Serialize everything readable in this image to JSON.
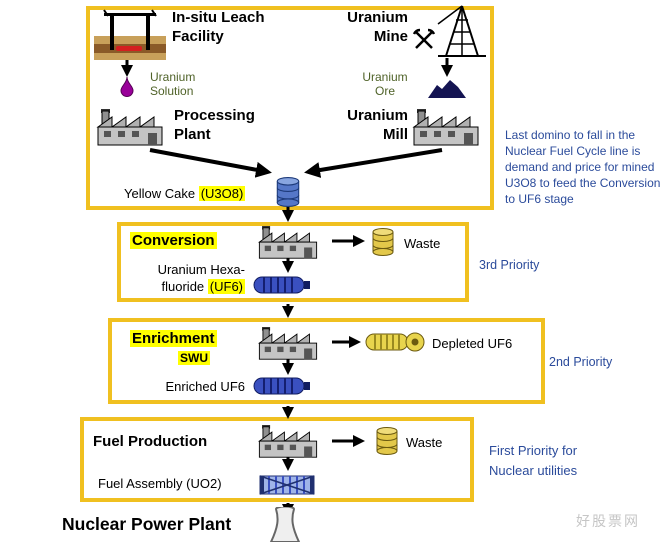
{
  "colors": {
    "box_border": "#F0C020",
    "highlight": "#FFFF00",
    "note_blue": "#2B4B9B",
    "label_green": "#4F6228",
    "uf6_blue": "#3A50C0",
    "depleted_yellow": "#E8D44D",
    "waste_drum": "#E3C84A",
    "yellowcake_drum": "#5577C8",
    "solution_purple": "#990099",
    "ore_navy": "#141452"
  },
  "stage_mining": {
    "leach_line1": "In-situ Leach",
    "leach_line2": "Facility",
    "mine_line1": "Uranium",
    "mine_line2": "Mine",
    "solution_line1": "Uranium",
    "solution_line2": "Solution",
    "ore_line1": "Uranium",
    "ore_line2": "Ore",
    "plant_line1": "Processing",
    "plant_line2": "Plant",
    "mill_line1": "Uranium",
    "mill_line2": "Mill",
    "yellowcake_label": "Yellow Cake",
    "yellowcake_formula": "(U3O8)"
  },
  "stage_conversion": {
    "title": "Conversion",
    "waste_label": "Waste",
    "product_line1": "Uranium Hexa-",
    "product_line2": "fluoride",
    "product_formula": "(UF6)",
    "priority": "3rd Priority"
  },
  "stage_enrichment": {
    "title": "Enrichment",
    "swu": "SWU",
    "depleted_label": "Depleted UF6",
    "product_label": "Enriched UF6",
    "priority": "2nd Priority"
  },
  "stage_fuel": {
    "title": "Fuel Production",
    "waste_label": "Waste",
    "product_label": "Fuel Assembly (UO2)",
    "priority_line1": "First Priority for",
    "priority_line2": "Nuclear utilities"
  },
  "power_plant": {
    "title": "Nuclear Power Plant"
  },
  "side_note": "Last domino to fall in the Nuclear Fuel Cycle line is demand and price for mined U3O8 to feed the Conversion to UF6 stage",
  "watermark": "好股票网"
}
